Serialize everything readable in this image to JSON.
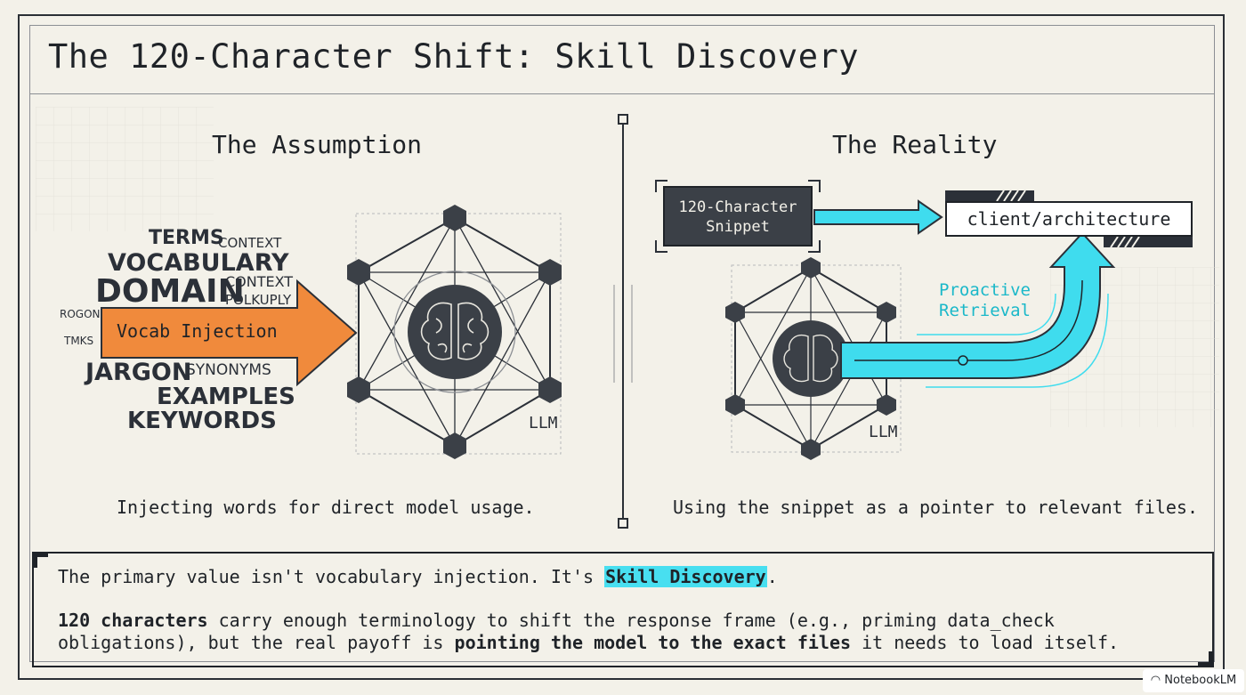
{
  "title": "The 120-Character Shift: Skill Discovery",
  "left_panel": {
    "heading": "The Assumption",
    "wordcloud": [
      "TERMS",
      "CONTEXT",
      "VOCABULARY",
      "DOMAIN",
      "CONTEXT",
      "POLKUPLY",
      "ROGON",
      "TMKS",
      "JARGON",
      "SYNONYMS",
      "EXAMPLES",
      "KEYWORDS"
    ],
    "arrow_label": "Vocab Injection",
    "node_label": "LLM",
    "caption": "Injecting words for direct model usage."
  },
  "right_panel": {
    "heading": "The Reality",
    "snippet_box": [
      "120-Character",
      "Snippet"
    ],
    "path_box": "client/architecture",
    "retrieval_label": [
      "Proactive",
      "Retrieval"
    ],
    "node_label": "LLM",
    "caption": "Using the snippet as a pointer to relevant files."
  },
  "summary": {
    "line1_prefix": "The primary value isn't vocabulary injection. It's ",
    "line1_highlight": "Skill Discovery",
    "line1_suffix": ".",
    "line2_bold1": "120 characters",
    "line2_text1": " carry enough terminology to shift the response frame (e.g., priming data_check obligations), but the real payoff is ",
    "line2_bold2": "pointing the model to the exact files",
    "line2_text2": " it needs to load itself."
  },
  "badge": "NotebookLM",
  "colors": {
    "orange": "#f08a3c",
    "cyan": "#3fdcee",
    "ink": "#1f2328",
    "paper": "#f3f1e9"
  }
}
